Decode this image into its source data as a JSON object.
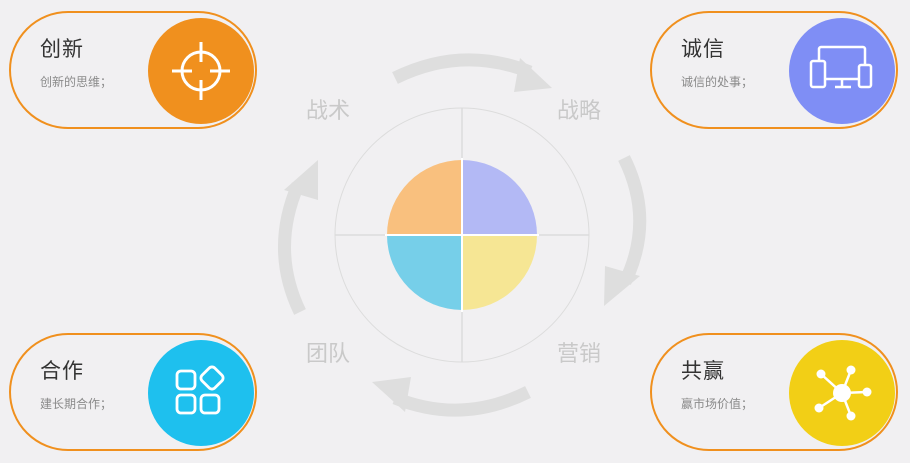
{
  "center_labels": {
    "top_left": "战术",
    "top_right": "战略",
    "bottom_left": "团队",
    "bottom_right": "营销"
  },
  "cards": {
    "innovation": {
      "title": "创新",
      "desc": "创新的思维；",
      "icon": "crosshair-icon",
      "color": "#f0901e"
    },
    "integrity": {
      "title": "诚信",
      "desc": "诚信的处事；",
      "icon": "devices-icon",
      "color": "#7f8ef5"
    },
    "cooperation": {
      "title": "合作",
      "desc": "建长期合作；",
      "icon": "apps-grid-icon",
      "color": "#1ec0ee"
    },
    "win_win": {
      "title": "共赢",
      "desc": "赢市场价值；",
      "icon": "network-nodes-icon",
      "color": "#f2cf16"
    }
  },
  "quadrant_colors": {
    "top_left": "#f9c07e",
    "top_right": "#b3b9f5",
    "bottom_left": "#76cfe9",
    "bottom_right": "#f6e694"
  },
  "accent_border": "#f0901e"
}
